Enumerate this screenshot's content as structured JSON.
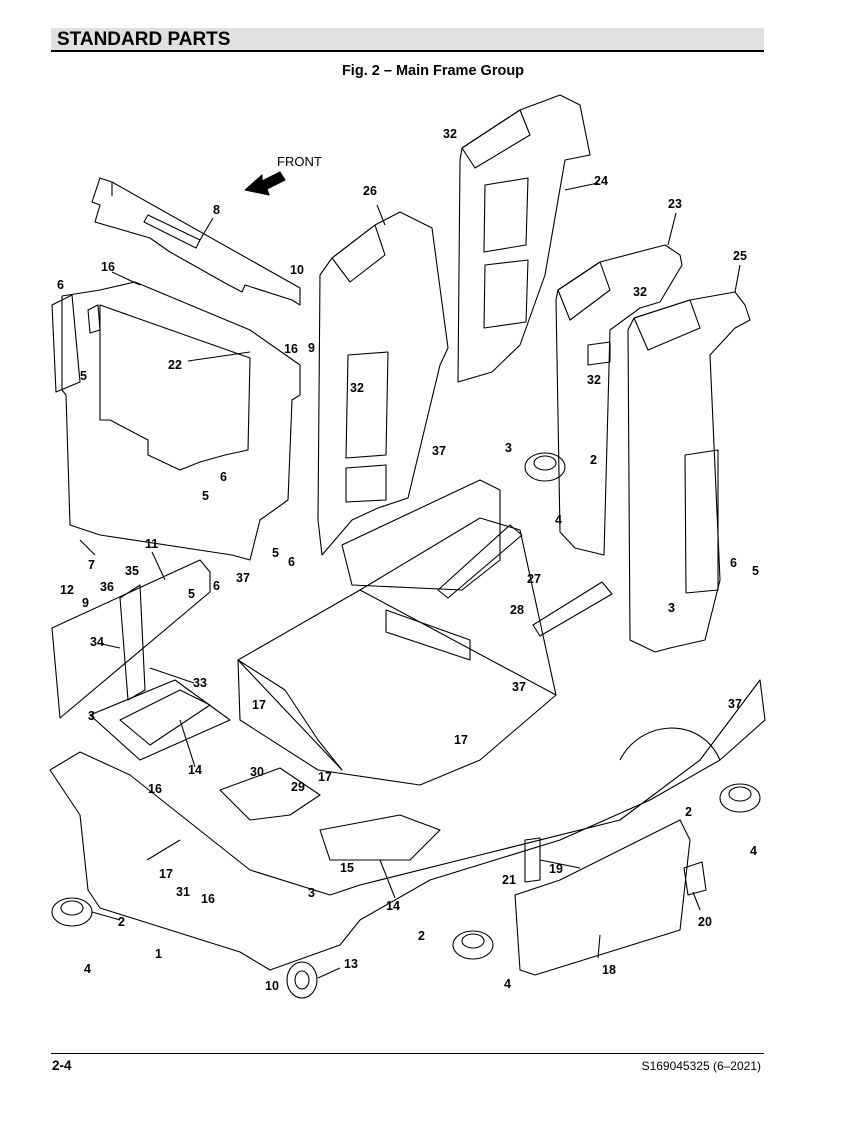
{
  "header": {
    "section_title": "STANDARD PARTS"
  },
  "figure": {
    "title": "Fig. 2 – Main Frame Group",
    "front_label": "FRONT",
    "callouts": [
      "1",
      "2",
      "3",
      "4",
      "5",
      "6",
      "7",
      "8",
      "9",
      "10",
      "11",
      "12",
      "13",
      "14",
      "15",
      "16",
      "17",
      "18",
      "19",
      "20",
      "21",
      "22",
      "23",
      "24",
      "25",
      "26",
      "27",
      "28",
      "29",
      "30",
      "31",
      "32",
      "33",
      "34",
      "35",
      "36",
      "37"
    ]
  },
  "footer": {
    "page_number": "2-4",
    "document_number": "S169045325 (6–2021)"
  }
}
